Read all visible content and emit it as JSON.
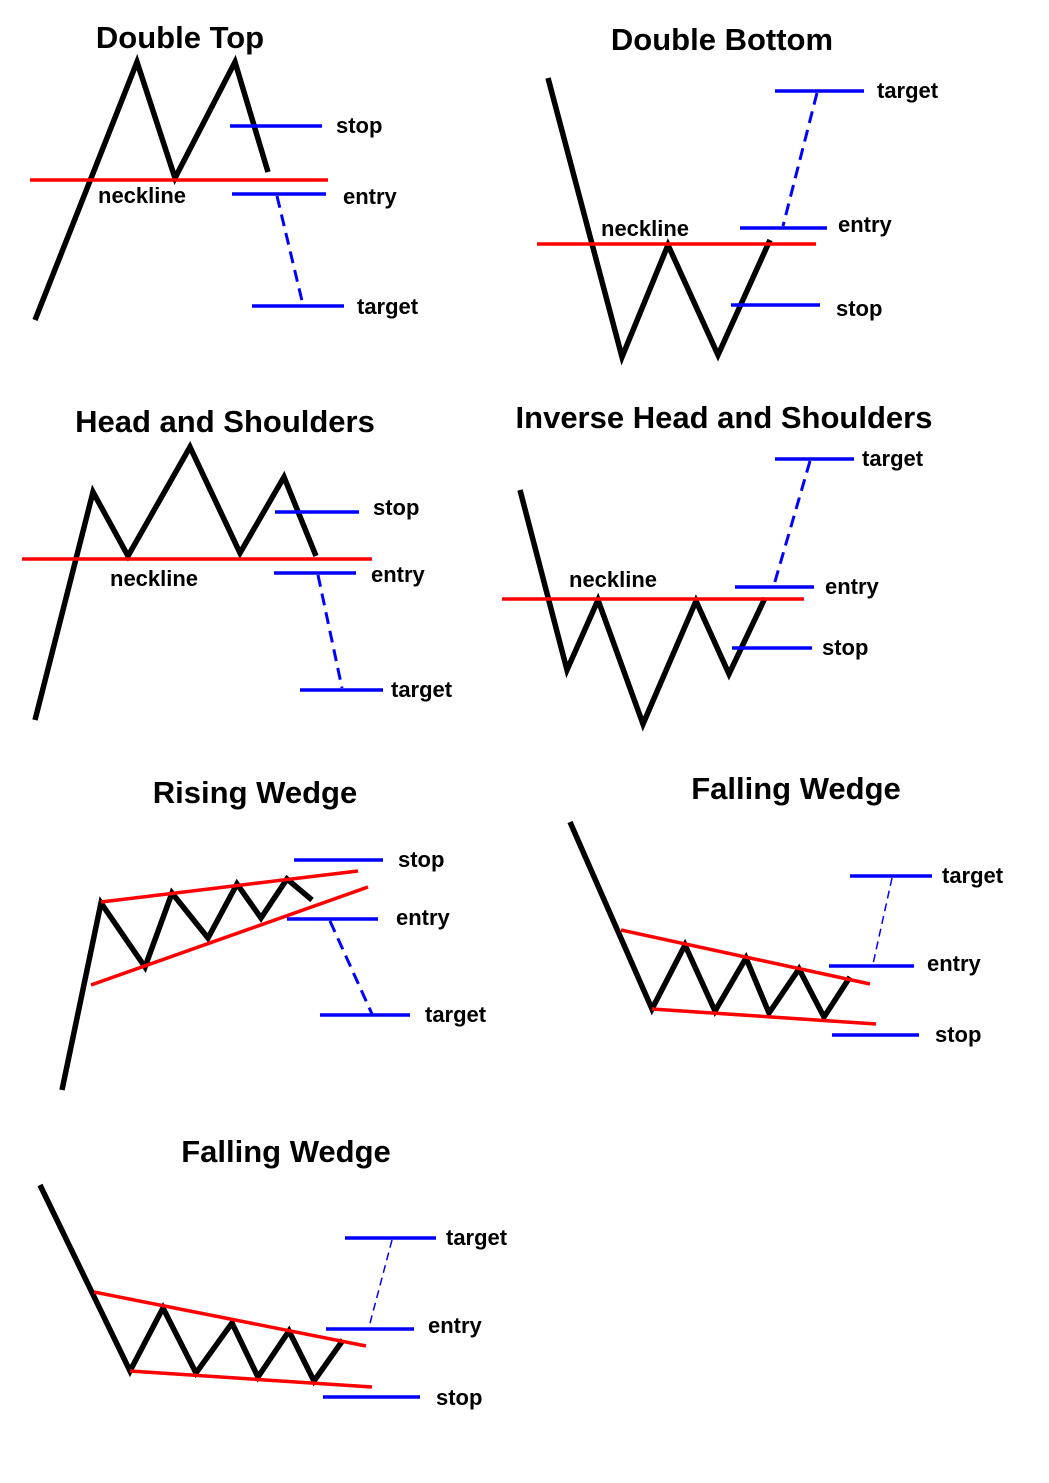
{
  "colors": {
    "price": "#000000",
    "neckline_trendline": "#ff0000",
    "levels": "#0000ff",
    "background": "#ffffff"
  },
  "patterns": [
    {
      "id": "double-top",
      "title": "Double Top",
      "neckline": "neckline",
      "stop": "stop",
      "entry": "entry",
      "target": "target"
    },
    {
      "id": "double-bottom",
      "title": "Double Bottom",
      "neckline": "neckline",
      "target": "target",
      "entry": "entry",
      "stop": "stop"
    },
    {
      "id": "head-shoulders",
      "title": "Head and Shoulders",
      "neckline": "neckline",
      "stop": "stop",
      "entry": "entry",
      "target": "target"
    },
    {
      "id": "inverse-head-shoulders",
      "title": "Inverse Head and Shoulders",
      "neckline": "neckline",
      "target": "target",
      "entry": "entry",
      "stop": "stop"
    },
    {
      "id": "rising-wedge",
      "title": "Rising Wedge",
      "stop": "stop",
      "entry": "entry",
      "target": "target"
    },
    {
      "id": "falling-wedge-1",
      "title": "Falling Wedge",
      "target": "target",
      "entry": "entry",
      "stop": "stop"
    },
    {
      "id": "falling-wedge-2",
      "title": "Falling Wedge",
      "target": "target",
      "entry": "entry",
      "stop": "stop"
    }
  ]
}
